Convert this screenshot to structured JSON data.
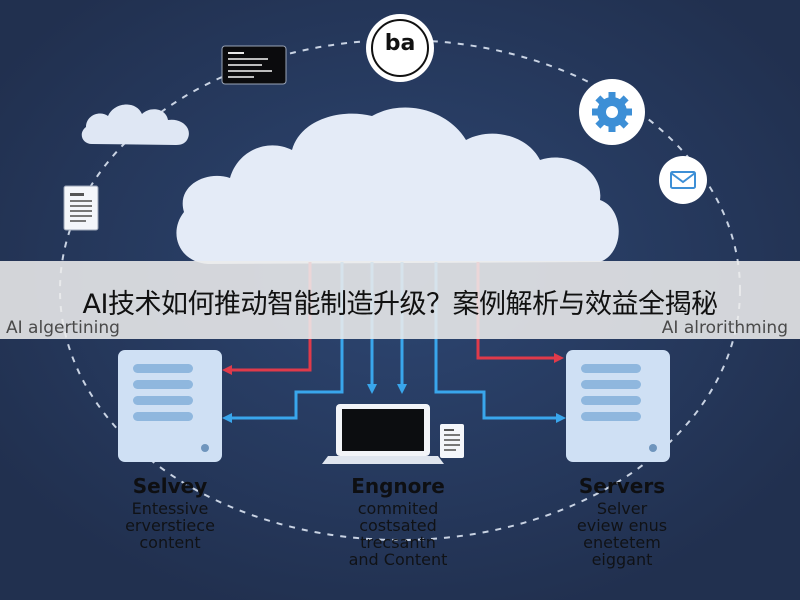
{
  "banner": {
    "title": "AI技术如何推动智能制造升级？案例解析与效益全揭秘",
    "left_caption": "AI algertining",
    "right_caption": "AI alrorithming"
  },
  "logo": {
    "text": "ba",
    "icon": "ba-logo-icon"
  },
  "columns": [
    {
      "title": "Selvey",
      "lines": [
        "Entessive",
        "erverstiece",
        "content"
      ]
    },
    {
      "title": "Engnore",
      "lines": [
        "commited",
        "costsated",
        "trecsantn",
        "and Content"
      ]
    },
    {
      "title": "Servers",
      "lines": [
        "Selver",
        "eview enus",
        "enetetem",
        "eiggant"
      ]
    }
  ],
  "icons": [
    "terminal-icon",
    "cloud-icon",
    "gear-icon",
    "mail-icon",
    "document-icon",
    "server-icon",
    "laptop-icon"
  ],
  "colors": {
    "background": "#21304f",
    "cloud": "#e4ebf7",
    "server": "#cfe0f4",
    "arrow_red": "#e03a4a",
    "arrow_blue": "#39a6ec",
    "gear": "#3d8fd6"
  }
}
